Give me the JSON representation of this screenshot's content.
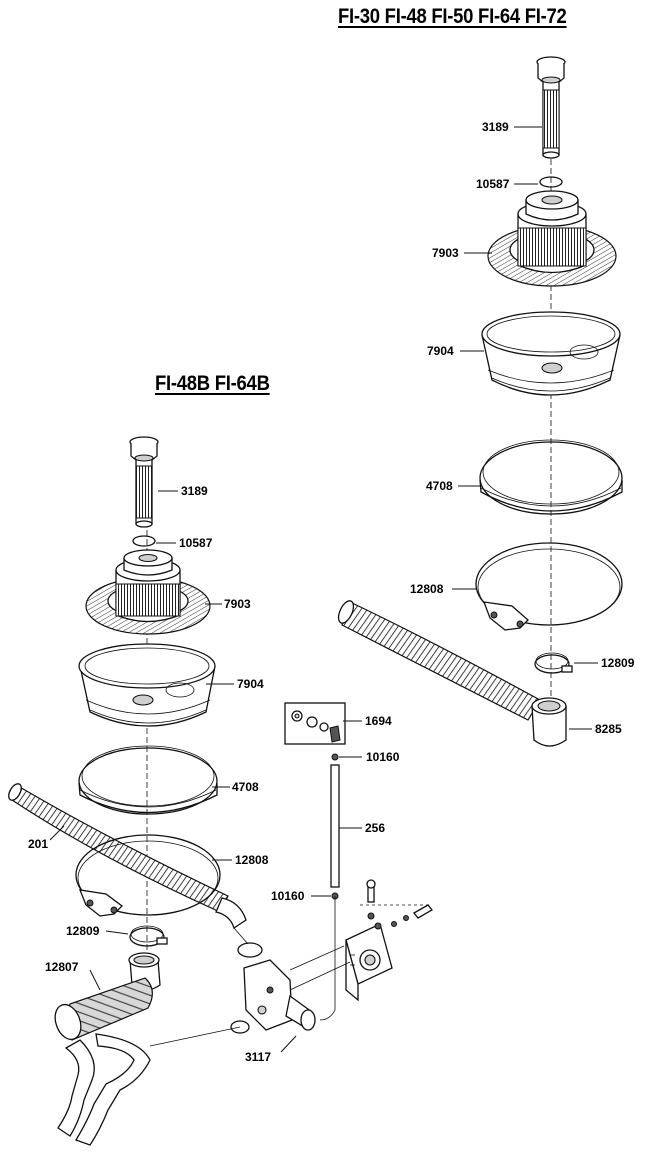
{
  "headings": {
    "top_right": "FI-30 FI-48 FI-50 FI-64 FI-72",
    "left": "FI-48B FI-64B"
  },
  "labels": {
    "r_3189": "3189",
    "r_10587": "10587",
    "r_7903": "7903",
    "r_7904": "7904",
    "r_4708": "4708",
    "r_12808": "12808",
    "r_12809": "12809",
    "r_8285": "8285",
    "l_3189": "3189",
    "l_10587": "10587",
    "l_7903": "7903",
    "l_7904": "7904",
    "l_4708": "4708",
    "l_201": "201",
    "l_12808": "12808",
    "l_12809": "12809",
    "l_12807": "12807",
    "c_1694": "1694",
    "c_10160_top": "10160",
    "c_256": "256",
    "c_10160_bottom": "10160",
    "c_3117": "3117"
  }
}
